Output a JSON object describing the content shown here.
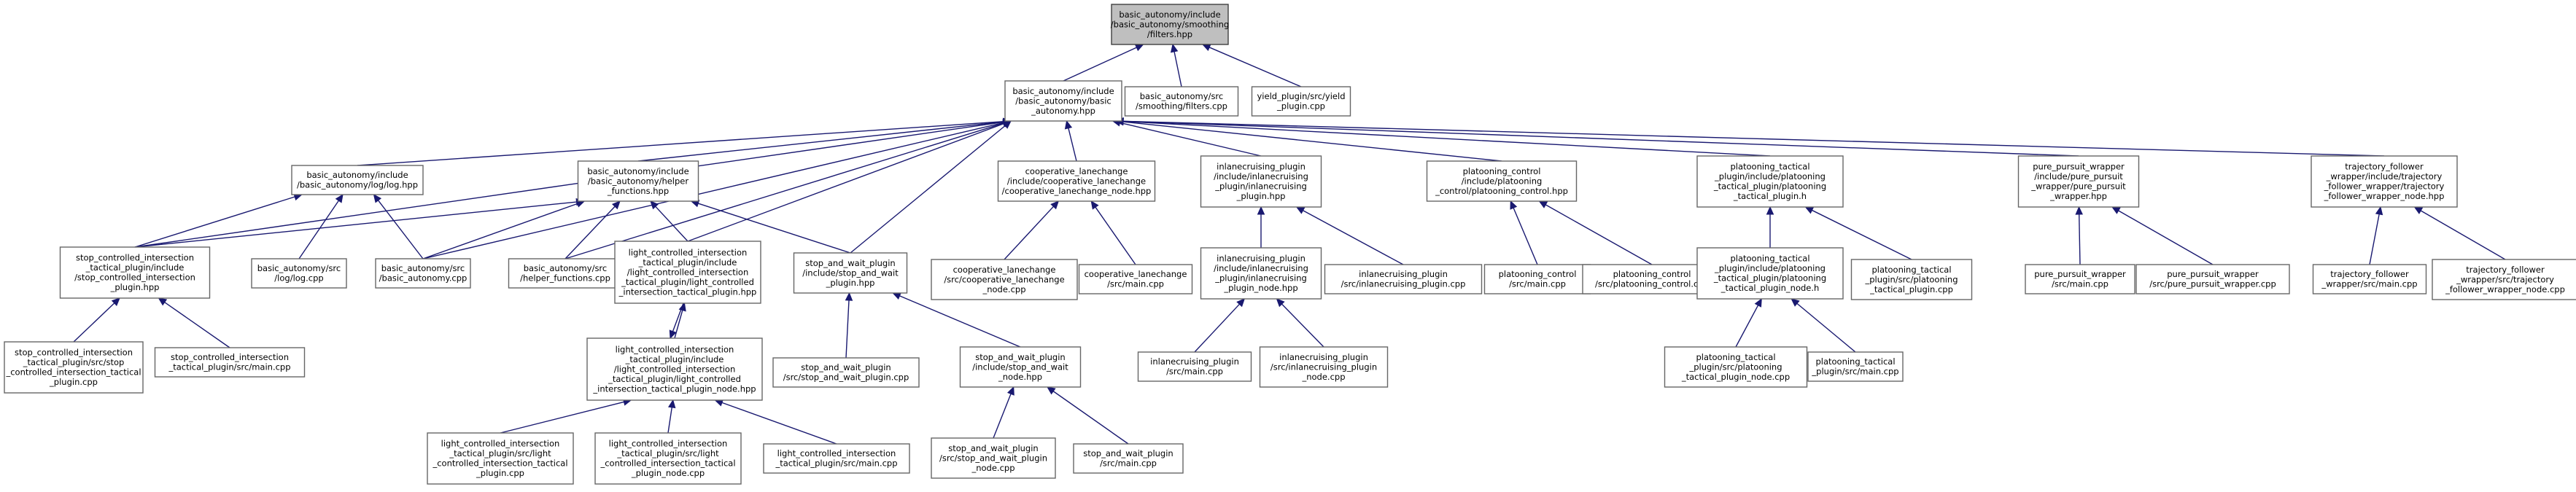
{
  "graph": {
    "nodes": [
      {
        "id": "filters_hpp",
        "lines": [
          "basic_autonomy/include",
          "/basic_autonomy/smoothing",
          "/filters.hpp"
        ],
        "root": true
      },
      {
        "id": "basic_autonomy_hpp",
        "lines": [
          "basic_autonomy/include",
          "/basic_autonomy/basic",
          "_autonomy.hpp"
        ]
      },
      {
        "id": "filters_cpp",
        "lines": [
          "basic_autonomy/src",
          "/smoothing/filters.cpp"
        ]
      },
      {
        "id": "yield_cpp",
        "lines": [
          "yield_plugin/src/yield",
          "_plugin.cpp"
        ]
      },
      {
        "id": "log_hpp",
        "lines": [
          "basic_autonomy/include",
          "/basic_autonomy/log/log.hpp"
        ]
      },
      {
        "id": "helper_hpp",
        "lines": [
          "basic_autonomy/include",
          "/basic_autonomy/helper",
          "_functions.hpp"
        ]
      },
      {
        "id": "stop_controlled_hpp",
        "lines": [
          "stop_controlled_intersection",
          "_tactical_plugin/include",
          "/stop_controlled_intersection",
          "_plugin.hpp"
        ]
      },
      {
        "id": "log_cpp",
        "lines": [
          "basic_autonomy/src",
          "/log/log.cpp"
        ]
      },
      {
        "id": "basic_autonomy_cpp",
        "lines": [
          "basic_autonomy/src",
          "/basic_autonomy.cpp"
        ]
      },
      {
        "id": "helper_cpp",
        "lines": [
          "basic_autonomy/src",
          "/helper_functions.cpp"
        ]
      },
      {
        "id": "light_controlled_hpp",
        "lines": [
          "light_controlled_intersection",
          "_tactical_plugin/include",
          "/light_controlled_intersection",
          "_tactical_plugin/light_controlled",
          "_intersection_tactical_plugin.hpp"
        ]
      },
      {
        "id": "stop_and_wait_hpp",
        "lines": [
          "stop_and_wait_plugin",
          "/include/stop_and_wait",
          "_plugin.hpp"
        ]
      },
      {
        "id": "coop_lanechange_hpp",
        "lines": [
          "cooperative_lanechange",
          "/include/cooperative_lanechange",
          "/cooperative_lanechange_node.hpp"
        ]
      },
      {
        "id": "inlanecruising_hpp",
        "lines": [
          "inlanecruising_plugin",
          "/include/inlanecruising",
          "_plugin/inlanecruising",
          "_plugin.hpp"
        ]
      },
      {
        "id": "platooning_control_hpp",
        "lines": [
          "platooning_control",
          "/include/platooning",
          "_control/platooning_control.hpp"
        ]
      },
      {
        "id": "platooning_tactical_h",
        "lines": [
          "platooning_tactical",
          "_plugin/include/platooning",
          "_tactical_plugin/platooning",
          "_tactical_plugin.h"
        ]
      },
      {
        "id": "pure_pursuit_hpp",
        "lines": [
          "pure_pursuit_wrapper",
          "/include/pure_pursuit",
          "_wrapper/pure_pursuit",
          "_wrapper.hpp"
        ]
      },
      {
        "id": "trajectory_follower_hpp",
        "lines": [
          "trajectory_follower",
          "_wrapper/include/trajectory",
          "_follower_wrapper/trajectory",
          "_follower_wrapper_node.hpp"
        ]
      },
      {
        "id": "stop_controlled_plugin_cpp",
        "lines": [
          "stop_controlled_intersection",
          "_tactical_plugin/src/stop",
          "_controlled_intersection_tactical",
          "_plugin.cpp"
        ]
      },
      {
        "id": "stop_controlled_main_cpp",
        "lines": [
          "stop_controlled_intersection",
          "_tactical_plugin/src/main.cpp"
        ]
      },
      {
        "id": "light_controlled_node_hpp",
        "lines": [
          "light_controlled_intersection",
          "_tactical_plugin/include",
          "/light_controlled_intersection",
          "_tactical_plugin/light_controlled",
          "_intersection_tactical_plugin_node.hpp"
        ]
      },
      {
        "id": "stop_and_wait_cpp",
        "lines": [
          "stop_and_wait_plugin",
          "/src/stop_and_wait_plugin.cpp"
        ]
      },
      {
        "id": "stop_and_wait_node_hpp",
        "lines": [
          "stop_and_wait_plugin",
          "/include/stop_and_wait",
          "_node.hpp"
        ]
      },
      {
        "id": "coop_lanechange_node_cpp",
        "lines": [
          "cooperative_lanechange",
          "/src/cooperative_lanechange",
          "_node.cpp"
        ]
      },
      {
        "id": "coop_lanechange_main_cpp",
        "lines": [
          "cooperative_lanechange",
          "/src/main.cpp"
        ]
      },
      {
        "id": "inlanecruising_node_hpp",
        "lines": [
          "inlanecruising_plugin",
          "/include/inlanecruising",
          "_plugin/inlanecruising",
          "_plugin_node.hpp"
        ]
      },
      {
        "id": "inlanecruising_cpp",
        "lines": [
          "inlanecruising_plugin",
          "/src/inlanecruising_plugin.cpp"
        ]
      },
      {
        "id": "platooning_control_main_cpp",
        "lines": [
          "platooning_control",
          "/src/main.cpp"
        ]
      },
      {
        "id": "platooning_control_cpp",
        "lines": [
          "platooning_control",
          "/src/platooning_control.cpp"
        ]
      },
      {
        "id": "platooning_tactical_node_h",
        "lines": [
          "platooning_tactical",
          "_plugin/include/platooning",
          "_tactical_plugin/platooning",
          "_tactical_plugin_node.h"
        ]
      },
      {
        "id": "platooning_tactical_cpp",
        "lines": [
          "platooning_tactical",
          "_plugin/src/platooning",
          "_tactical_plugin.cpp"
        ]
      },
      {
        "id": "pure_pursuit_main_cpp",
        "lines": [
          "pure_pursuit_wrapper",
          "/src/main.cpp"
        ]
      },
      {
        "id": "pure_pursuit_cpp",
        "lines": [
          "pure_pursuit_wrapper",
          "/src/pure_pursuit_wrapper.cpp"
        ]
      },
      {
        "id": "trajectory_follower_main_cpp",
        "lines": [
          "trajectory_follower",
          "_wrapper/src/main.cpp"
        ]
      },
      {
        "id": "trajectory_follower_node_cpp",
        "lines": [
          "trajectory_follower",
          "_wrapper/src/trajectory",
          "_follower_wrapper_node.cpp"
        ]
      },
      {
        "id": "light_controlled_cpp",
        "lines": [
          "light_controlled_intersection",
          "_tactical_plugin/src/light",
          "_controlled_intersection_tactical",
          "_plugin.cpp"
        ]
      },
      {
        "id": "light_controlled_node_cpp",
        "lines": [
          "light_controlled_intersection",
          "_tactical_plugin/src/light",
          "_controlled_intersection_tactical",
          "_plugin_node.cpp"
        ]
      },
      {
        "id": "light_controlled_main_cpp",
        "lines": [
          "light_controlled_intersection",
          "_tactical_plugin/src/main.cpp"
        ]
      },
      {
        "id": "stop_and_wait_node_cpp",
        "lines": [
          "stop_and_wait_plugin",
          "/src/stop_and_wait_plugin",
          "_node.cpp"
        ]
      },
      {
        "id": "stop_and_wait_main_cpp",
        "lines": [
          "stop_and_wait_plugin",
          "/src/main.cpp"
        ]
      },
      {
        "id": "inlanecruising_main_cpp",
        "lines": [
          "inlanecruising_plugin",
          "/src/main.cpp"
        ]
      },
      {
        "id": "inlanecruising_node_cpp",
        "lines": [
          "inlanecruising_plugin",
          "/src/inlanecruising_plugin",
          "_node.cpp"
        ]
      },
      {
        "id": "platooning_tactical_node_cpp",
        "lines": [
          "platooning_tactical",
          "_plugin/src/platooning",
          "_tactical_plugin_node.cpp"
        ]
      },
      {
        "id": "platooning_tactical_main_cpp",
        "lines": [
          "platooning_tactical",
          "_plugin/src/main.cpp"
        ]
      }
    ],
    "edges": [
      [
        "basic_autonomy_hpp",
        "filters_hpp"
      ],
      [
        "filters_cpp",
        "filters_hpp"
      ],
      [
        "yield_cpp",
        "filters_hpp"
      ],
      [
        "log_hpp",
        "basic_autonomy_hpp"
      ],
      [
        "helper_hpp",
        "basic_autonomy_hpp"
      ],
      [
        "stop_controlled_hpp",
        "basic_autonomy_hpp"
      ],
      [
        "light_controlled_hpp",
        "basic_autonomy_hpp"
      ],
      [
        "stop_and_wait_hpp",
        "basic_autonomy_hpp"
      ],
      [
        "coop_lanechange_hpp",
        "basic_autonomy_hpp"
      ],
      [
        "inlanecruising_hpp",
        "basic_autonomy_hpp"
      ],
      [
        "platooning_control_hpp",
        "basic_autonomy_hpp"
      ],
      [
        "platooning_tactical_h",
        "basic_autonomy_hpp"
      ],
      [
        "pure_pursuit_hpp",
        "basic_autonomy_hpp"
      ],
      [
        "trajectory_follower_hpp",
        "basic_autonomy_hpp"
      ],
      [
        "basic_autonomy_cpp",
        "basic_autonomy_hpp"
      ],
      [
        "helper_cpp",
        "basic_autonomy_hpp"
      ],
      [
        "stop_controlled_hpp",
        "log_hpp"
      ],
      [
        "log_cpp",
        "log_hpp"
      ],
      [
        "basic_autonomy_cpp",
        "log_hpp"
      ],
      [
        "stop_controlled_hpp",
        "helper_hpp"
      ],
      [
        "basic_autonomy_cpp",
        "helper_hpp"
      ],
      [
        "helper_cpp",
        "helper_hpp"
      ],
      [
        "light_controlled_hpp",
        "helper_hpp"
      ],
      [
        "stop_and_wait_hpp",
        "helper_hpp"
      ],
      [
        "stop_controlled_plugin_cpp",
        "stop_controlled_hpp"
      ],
      [
        "stop_controlled_main_cpp",
        "stop_controlled_hpp"
      ],
      [
        "light_controlled_node_hpp",
        "light_controlled_hpp"
      ],
      [
        "light_controlled_hpp",
        "light_controlled_node_hpp"
      ],
      [
        "light_controlled_cpp",
        "light_controlled_node_hpp"
      ],
      [
        "light_controlled_node_cpp",
        "light_controlled_node_hpp"
      ],
      [
        "light_controlled_main_cpp",
        "light_controlled_node_hpp"
      ],
      [
        "stop_and_wait_cpp",
        "stop_and_wait_hpp"
      ],
      [
        "stop_and_wait_node_hpp",
        "stop_and_wait_hpp"
      ],
      [
        "stop_and_wait_node_cpp",
        "stop_and_wait_node_hpp"
      ],
      [
        "stop_and_wait_main_cpp",
        "stop_and_wait_node_hpp"
      ],
      [
        "coop_lanechange_node_cpp",
        "coop_lanechange_hpp"
      ],
      [
        "coop_lanechange_main_cpp",
        "coop_lanechange_hpp"
      ],
      [
        "inlanecruising_node_hpp",
        "inlanecruising_hpp"
      ],
      [
        "inlanecruising_cpp",
        "inlanecruising_hpp"
      ],
      [
        "inlanecruising_main_cpp",
        "inlanecruising_node_hpp"
      ],
      [
        "inlanecruising_node_cpp",
        "inlanecruising_node_hpp"
      ],
      [
        "platooning_control_main_cpp",
        "platooning_control_hpp"
      ],
      [
        "platooning_control_cpp",
        "platooning_control_hpp"
      ],
      [
        "platooning_tactical_node_h",
        "platooning_tactical_h"
      ],
      [
        "platooning_tactical_cpp",
        "platooning_tactical_h"
      ],
      [
        "platooning_tactical_node_cpp",
        "platooning_tactical_node_h"
      ],
      [
        "platooning_tactical_main_cpp",
        "platooning_tactical_node_h"
      ],
      [
        "pure_pursuit_main_cpp",
        "pure_pursuit_hpp"
      ],
      [
        "pure_pursuit_cpp",
        "pure_pursuit_hpp"
      ],
      [
        "trajectory_follower_main_cpp",
        "trajectory_follower_hpp"
      ],
      [
        "trajectory_follower_node_cpp",
        "trajectory_follower_hpp"
      ]
    ]
  }
}
